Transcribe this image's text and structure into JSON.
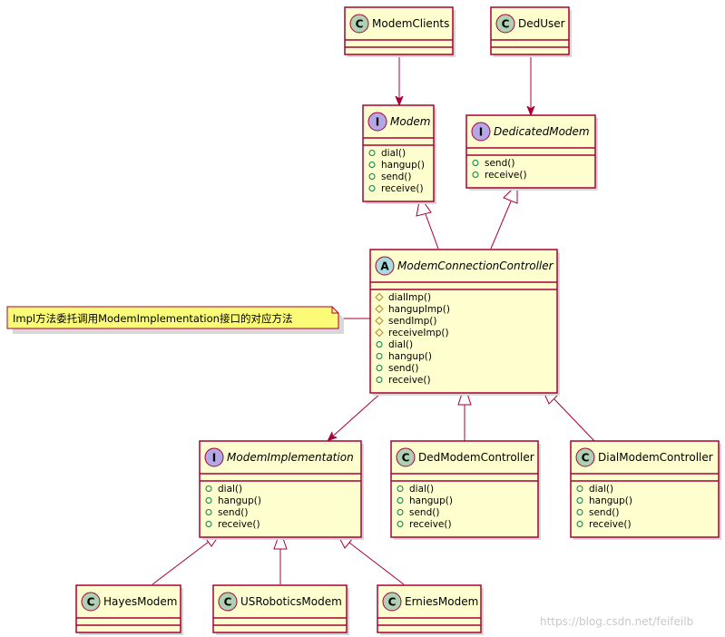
{
  "classes": {
    "modem_clients": {
      "kind": "C",
      "name": "ModemClients",
      "methods": []
    },
    "ded_user": {
      "kind": "C",
      "name": "DedUser",
      "methods": []
    },
    "modem": {
      "kind": "I",
      "name": "Modem",
      "methods": [
        "dial()",
        "hangup()",
        "send()",
        "receive()"
      ]
    },
    "dedicated_modem": {
      "kind": "I",
      "name": "DedicatedModem",
      "methods": [
        "send()",
        "receive()"
      ]
    },
    "modem_connection_controller": {
      "kind": "A",
      "name": "ModemConnectionController",
      "methods": [
        "dialImp()",
        "hangupImp()",
        "sendImp()",
        "receiveImp()",
        "dial()",
        "hangup()",
        "send()",
        "receive()"
      ]
    },
    "modem_implementation": {
      "kind": "I",
      "name": "ModemImplementation",
      "methods": [
        "dial()",
        "hangup()",
        "send()",
        "receive()"
      ]
    },
    "ded_modem_controller": {
      "kind": "C",
      "name": "DedModemController",
      "methods": [
        "dial()",
        "hangup()",
        "send()",
        "receive()"
      ]
    },
    "dial_modem_controller": {
      "kind": "C",
      "name": "DialModemController",
      "methods": [
        "dial()",
        "hangup()",
        "send()",
        "receive()"
      ]
    },
    "hayes_modem": {
      "kind": "C",
      "name": "HayesModem",
      "methods": []
    },
    "us_robotics_modem": {
      "kind": "C",
      "name": "USRoboticsModem",
      "methods": []
    },
    "ernies_modem": {
      "kind": "C",
      "name": "ErniesModem",
      "methods": []
    }
  },
  "note": {
    "text": "Impl方法委托调用ModemImplementation接口的对应方法"
  },
  "watermark": {
    "text": "https://blog.csdn.net/feifeilb"
  },
  "colors": {
    "box_fill": "#FEFECE",
    "border": "#A80036",
    "note_fill": "#FBFB77",
    "class_spot": "#ADD1B2",
    "interface_spot": "#B4A7E5",
    "abstract_spot": "#A9DCDF"
  }
}
